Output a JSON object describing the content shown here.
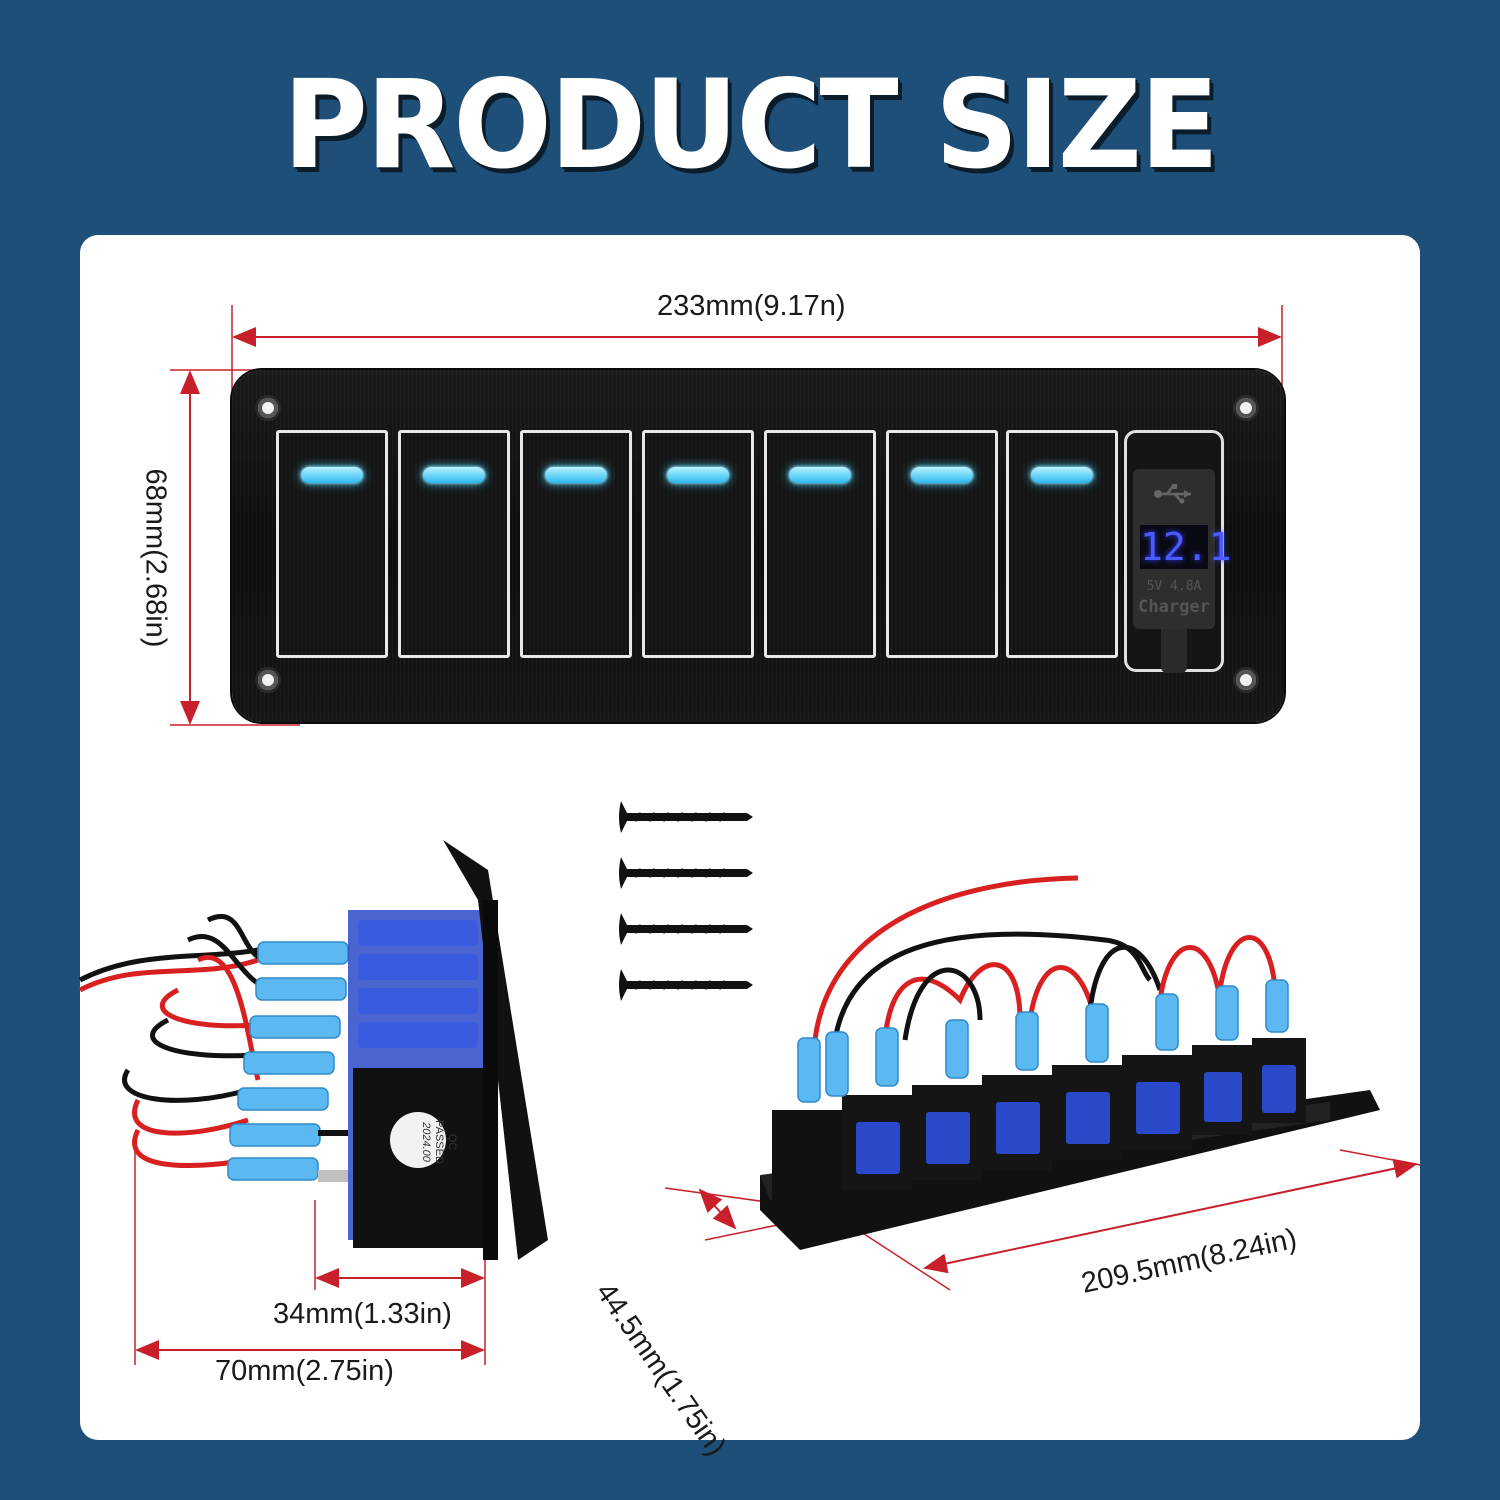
{
  "title": "PRODUCT SIZE",
  "dimensions": {
    "width_top": "233mm(9.17n)",
    "height_left": "68mm(2.68in)",
    "depth_inner": "34mm(1.33in)",
    "depth_outer": "70mm(2.75in)",
    "side_depth": "44.5mm(1.75in)",
    "back_length": "209.5mm(8.24in)"
  },
  "panel": {
    "switch_count": 7,
    "voltmeter_reading": "12.1",
    "charger_rating": "5V 4.8A",
    "charger_label": "Charger"
  },
  "qc_sticker": {
    "line1": "QC",
    "line2": "PASSED",
    "line3": "2024.00"
  },
  "colors": {
    "background": "#1d4f78",
    "dimension_line": "#c8202a",
    "led": "#3fd0ff",
    "voltmeter": "#4a5cff",
    "terminal_blue": "#5bb8f0",
    "switch_blue": "#2a49c8"
  }
}
